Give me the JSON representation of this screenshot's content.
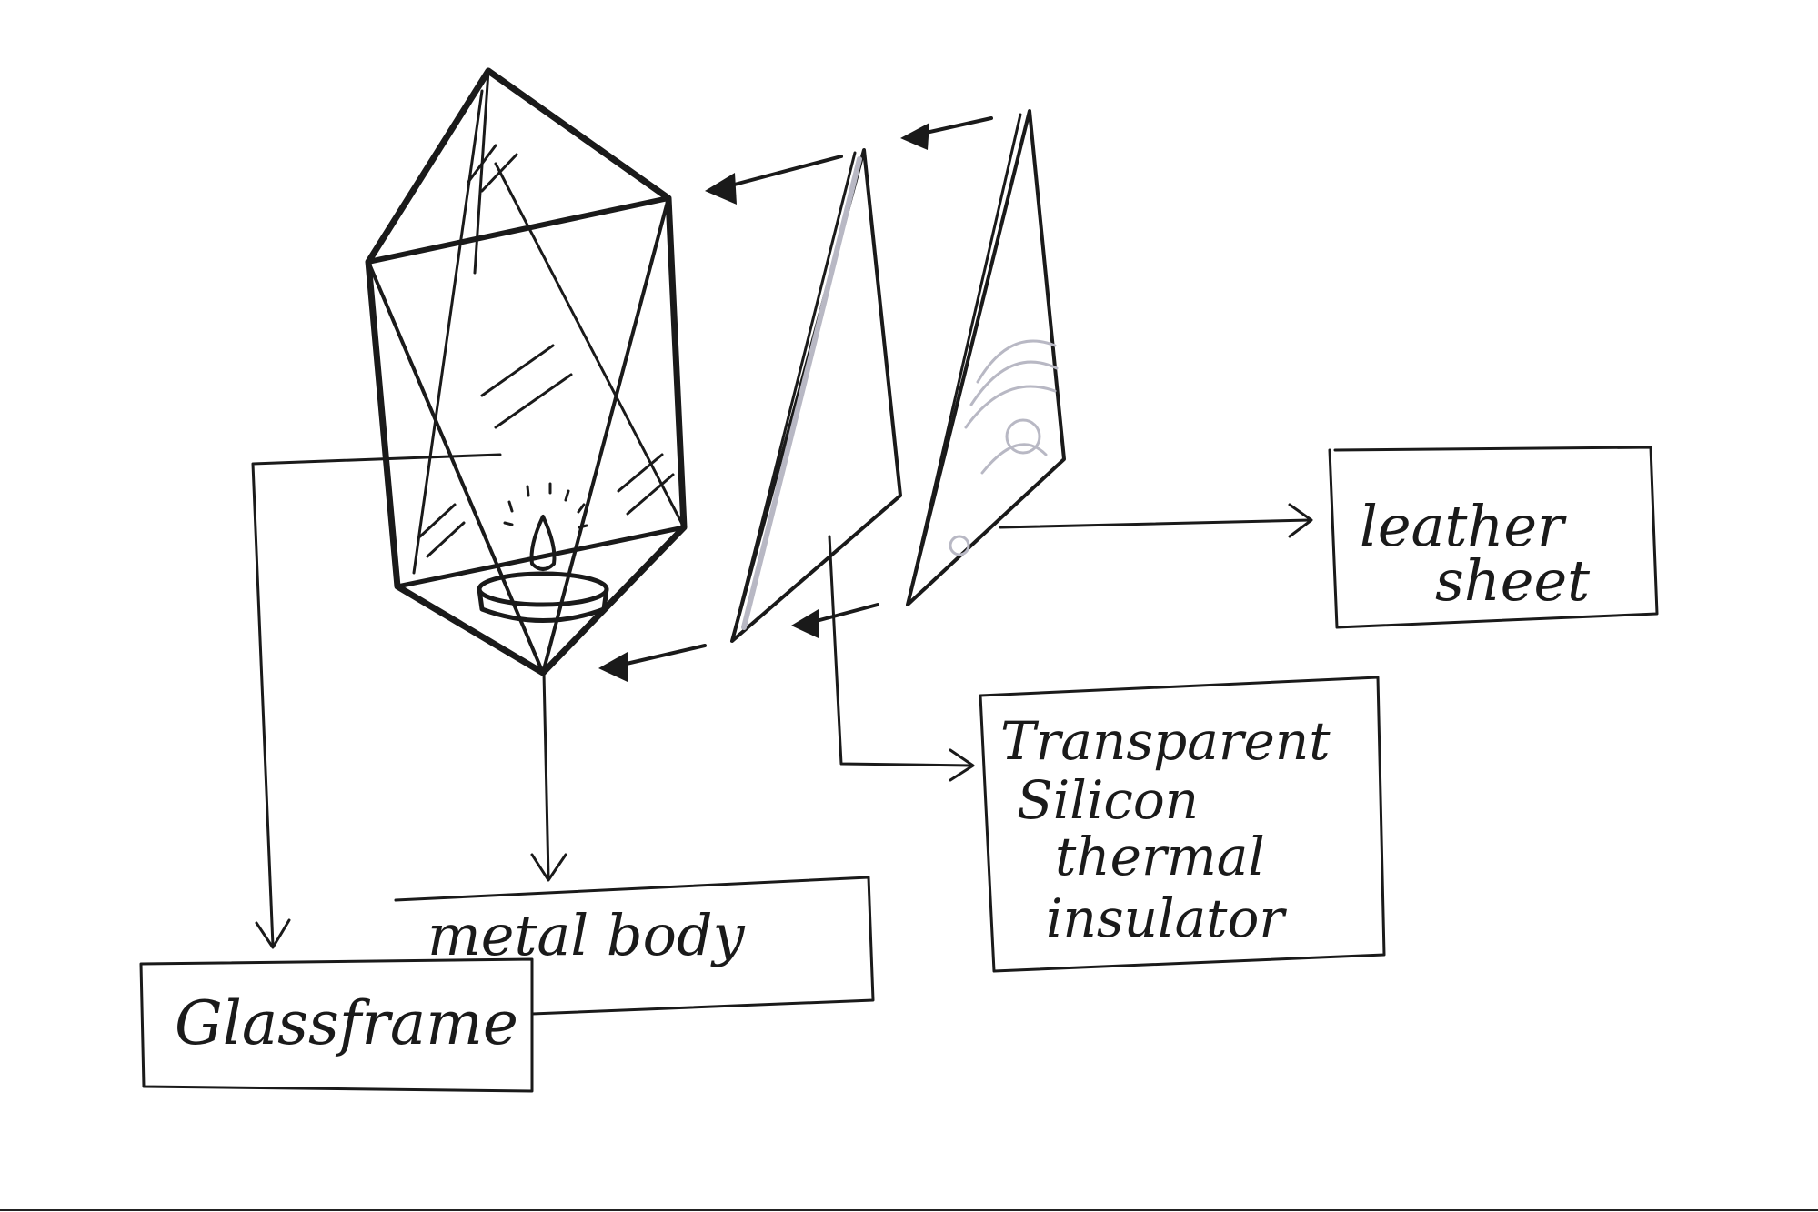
{
  "diagram": {
    "labels": {
      "glass_frame": "Glassframe",
      "metal_body": "metal body",
      "insulator_line1": "Transparent",
      "insulator_line2": "Silicon",
      "insulator_line3": "thermal",
      "insulator_line4": "insulator",
      "leather_line1": "leather",
      "leather_line2": "sheet"
    },
    "colors": {
      "ink": "#1a1a1a",
      "paper": "#ffffff",
      "pencil_shading": "#b8b8c4"
    },
    "icons": [
      "candle-flame-icon"
    ]
  }
}
